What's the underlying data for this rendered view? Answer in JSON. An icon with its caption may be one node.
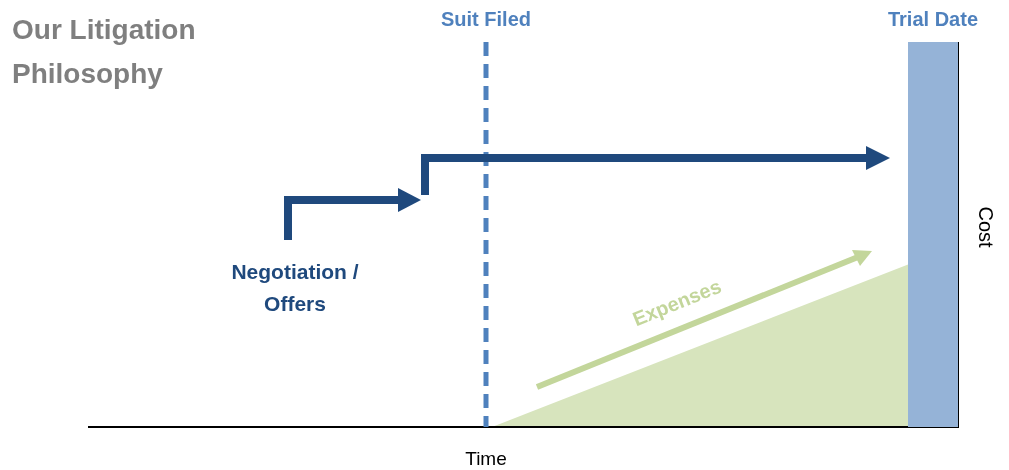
{
  "diagram": {
    "title": "Our Litigation Philosophy",
    "nodes": [
      {
        "text": [
          "Trial Date"
        ]
      }
    ],
    "labels": [
      "Suit Filed",
      "Negotiation / Offers",
      "Expenses",
      "Cost",
      "Time"
    ]
  }
}
